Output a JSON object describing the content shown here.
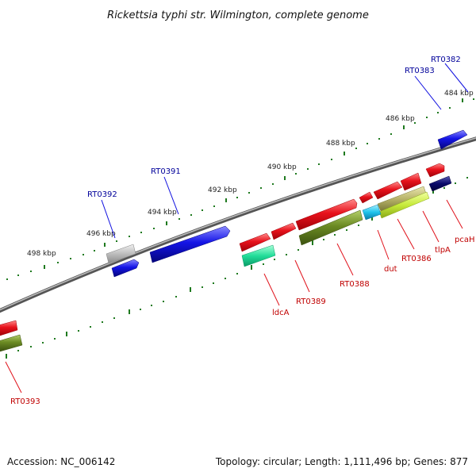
{
  "title": "Rickettsia typhi str. Wilmington, complete genome",
  "footer": {
    "accession": "Accession: NC_006142",
    "summary": "Topology: circular; Length: 1,111,496 bp; Genes: 877"
  },
  "colors": {
    "backbone": "#777777",
    "tick": "#1f7a1f",
    "forward_label": "#00009a",
    "reverse_label": "#c00000",
    "red_gene": "#e0121b",
    "blue_gene": "#1010e0",
    "olive_gene": "#6b8a23",
    "gray_gene": "#bdbdbd",
    "green_cyan_gene": "#2de0a0",
    "cyan_gene": "#22c6e8",
    "yellow_green_gene": "#c6ea3a",
    "khaki_gene": "#b8b46a",
    "navy_gene": "#0a0a6a"
  },
  "ticks": [
    "498 kbp",
    "496 kbp",
    "494 kbp",
    "492 kbp",
    "490 kbp",
    "488 kbp",
    "486 kbp",
    "484 kbp"
  ],
  "forward_genes": [
    {
      "id": "RT0382",
      "label": "RT0382"
    },
    {
      "id": "RT0383",
      "label": "RT0383"
    },
    {
      "id": "RT0391",
      "label": "RT0391"
    },
    {
      "id": "RT0392",
      "label": "RT0392"
    }
  ],
  "reverse_genes": [
    {
      "id": "pcaH",
      "label": "pcaH"
    },
    {
      "id": "tlpA",
      "label": "tlpA"
    },
    {
      "id": "RT0386",
      "label": "RT0386"
    },
    {
      "id": "dut",
      "label": "dut"
    },
    {
      "id": "RT0388",
      "label": "RT0388"
    },
    {
      "id": "RT0389",
      "label": "RT0389"
    },
    {
      "id": "ldcA",
      "label": "ldcA"
    },
    {
      "id": "RT0393",
      "label": "RT0393"
    }
  ]
}
